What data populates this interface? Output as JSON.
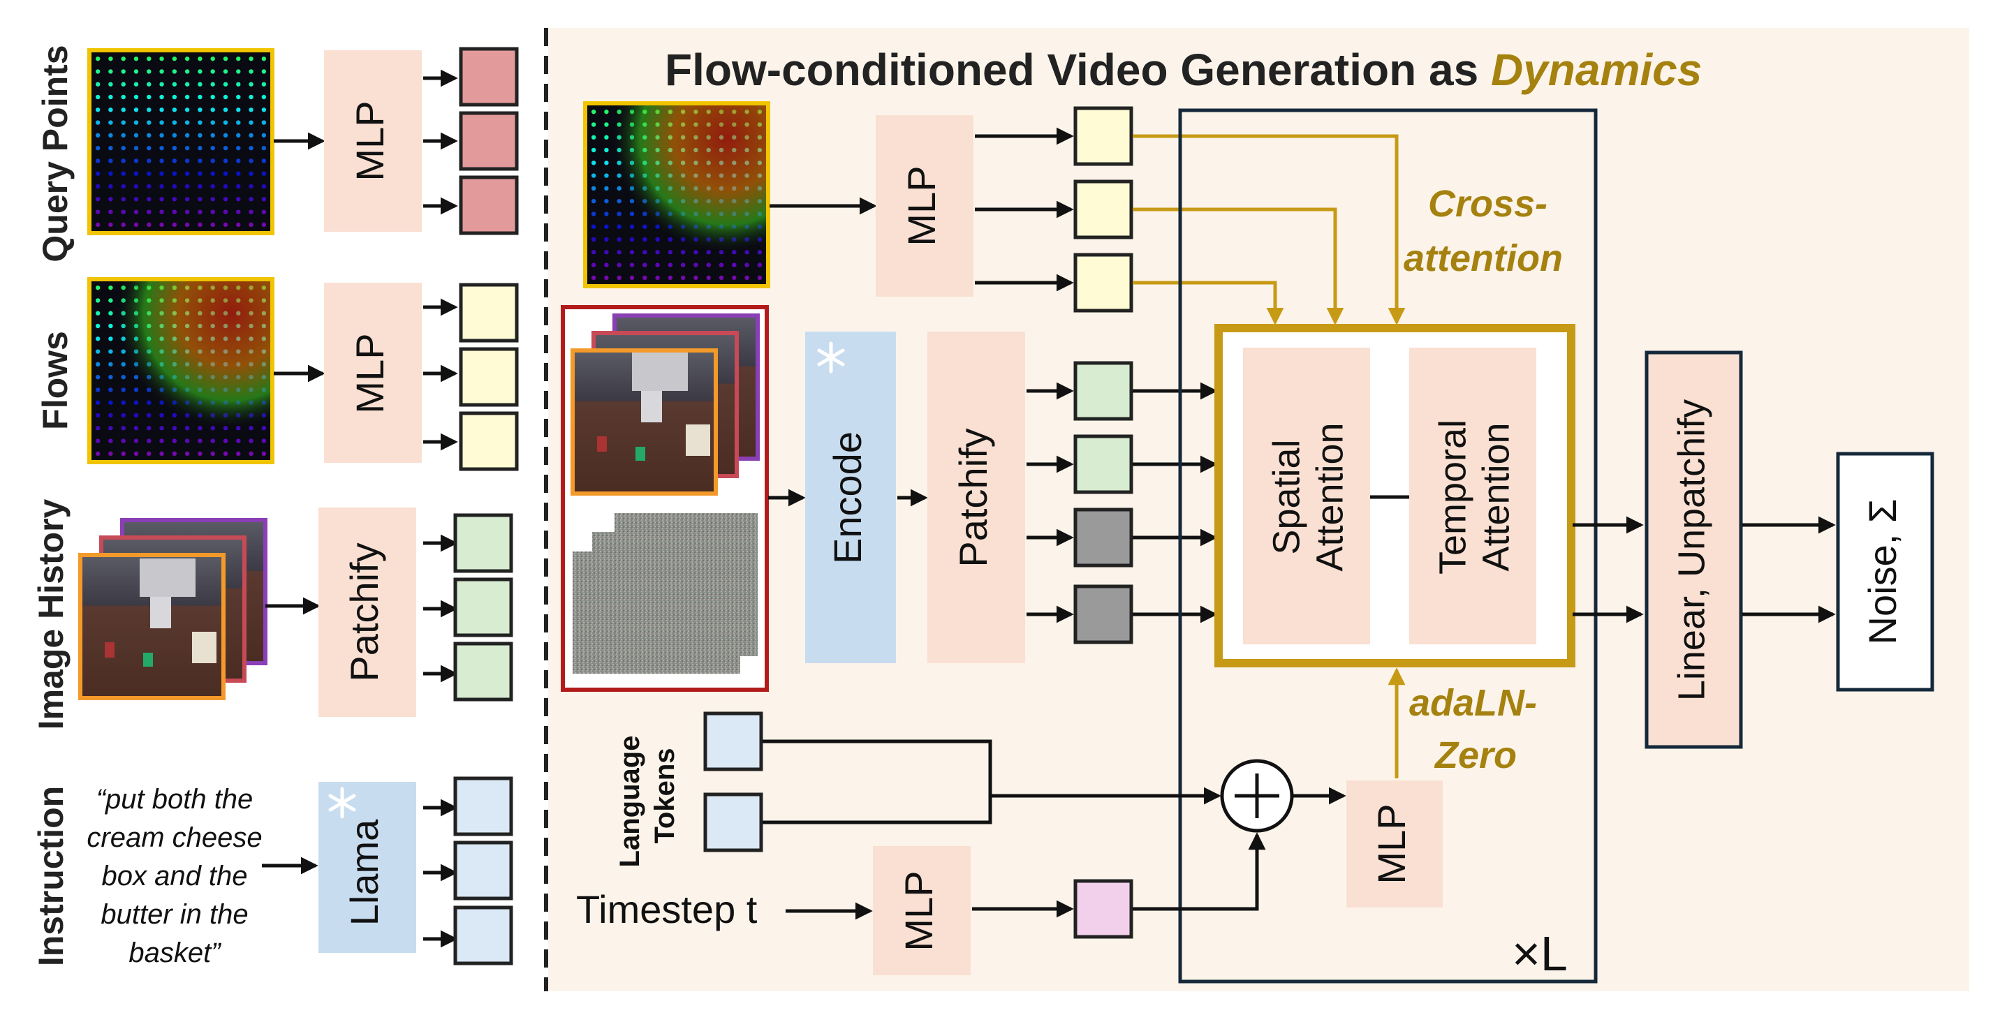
{
  "title": {
    "main": "Flow-conditioned Video Generation as ",
    "highlight": "Dynamics"
  },
  "left_labels": {
    "query_points": "Query Points",
    "flows": "Flows",
    "image_history": "Image History",
    "instruction": "Instruction"
  },
  "instruction_text": [
    "“put both the",
    "cream cheese",
    "box and the",
    "butter in the",
    "basket”"
  ],
  "modules": {
    "mlp": "MLP",
    "patchify": "Patchify",
    "llama": "Llama",
    "encode": "Encode",
    "spatial_attention": [
      "Spatial",
      "Attention"
    ],
    "temporal_attention": [
      "Temporal",
      "Attention"
    ],
    "linear_unpatchify": "Linear, Unpatchify",
    "noise_sigma": "Noise, Σ"
  },
  "labels": {
    "cross_attention": [
      "Cross-",
      "attention"
    ],
    "adaln_zero": [
      "adaLN-",
      "Zero"
    ],
    "language_tokens": [
      "Language",
      "Tokens"
    ],
    "timestep": "Timestep t",
    "repeat": "×L"
  },
  "icons": {
    "frozen": "snowflake-icon",
    "sum": "plus-circle-icon"
  },
  "colors": {
    "gold": "#c79a16",
    "gold_text": "#a5810f",
    "peach": "#fae0d2",
    "blue_box": "#c8dcf0",
    "token_red": "#e39a9a",
    "token_yellow": "#fffbd4",
    "token_green": "#d7ecd1",
    "token_blue": "#dbe8f6",
    "token_gray": "#9a9a9a",
    "token_pink": "#f2d0ec",
    "navy": "#15283a",
    "panel": "#fcf4ea",
    "frame_red": "#b31b1b",
    "frame_orange": "#f39a2a"
  }
}
